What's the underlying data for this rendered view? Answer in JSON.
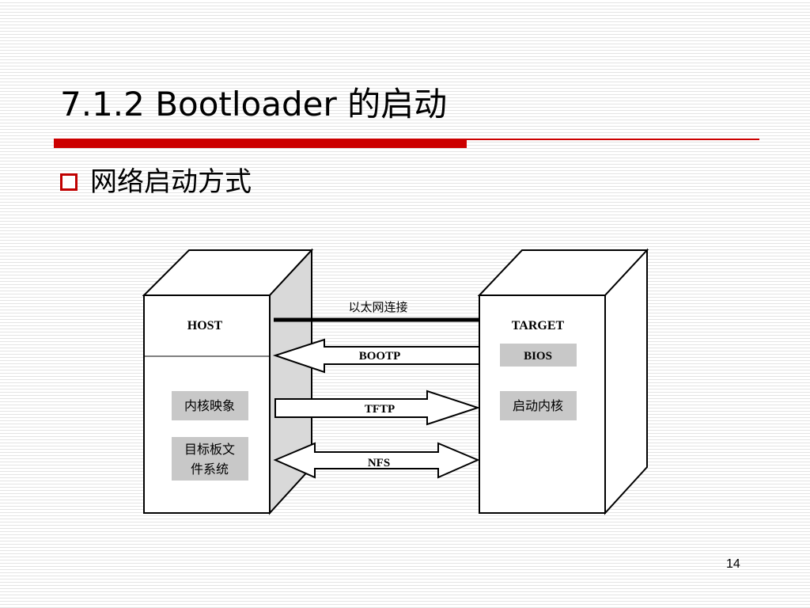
{
  "slide": {
    "title": "7.1.2 Bootloader 的启动",
    "bullet": "网络启动方式",
    "page_number": "14"
  },
  "diagram": {
    "host": {
      "label": "HOST",
      "items": [
        "内核映象",
        "目标板文",
        "件系统"
      ]
    },
    "target": {
      "label": "TARGET",
      "bios": "BIOS",
      "boot_kernel": "启动内核"
    },
    "ethernet": "以太网连接",
    "protocols": {
      "bootp": "BOOTP",
      "tftp": "TFTP",
      "nfs": "NFS"
    }
  },
  "colors": {
    "accent_red": "#cc0000",
    "box_gray": "#c8c8c8",
    "side_gray": "#d9d9d9"
  },
  "icons": {
    "bullet": "hollow-square-icon"
  }
}
